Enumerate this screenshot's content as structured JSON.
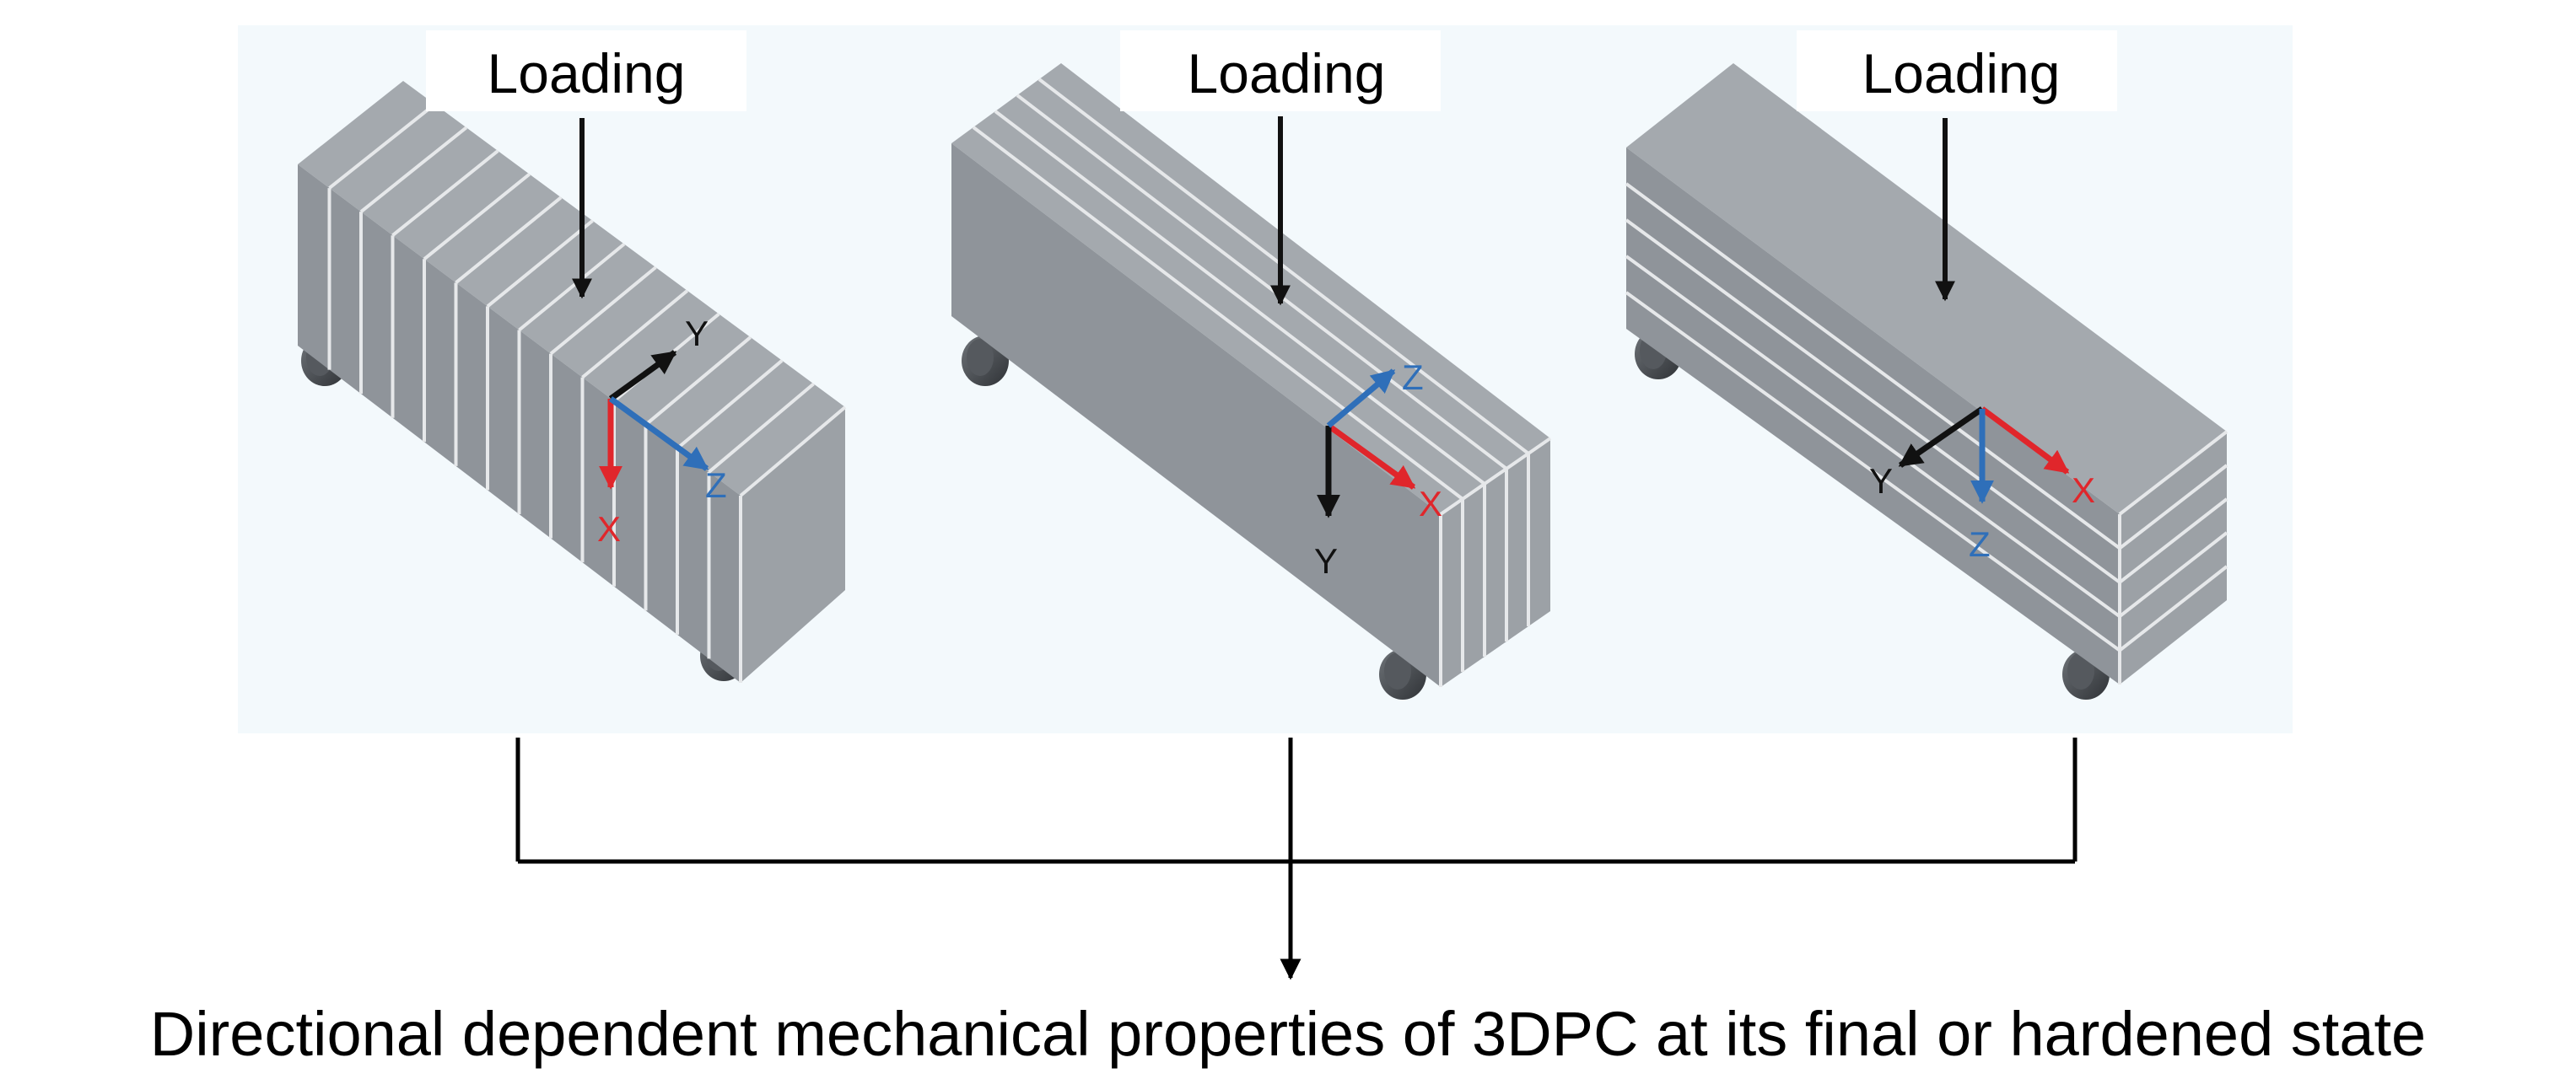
{
  "colors": {
    "panel_background": "#f3f9fc",
    "beam_front": "#8f949a",
    "beam_top": "#a4a9ae",
    "beam_end": "#9ca1a6",
    "layer_lines": "#e6e8ea",
    "axis_x": "#e0262b",
    "axis_y": "#111111",
    "axis_z": "#2f6fb9",
    "connector": "#000000"
  },
  "specimens": [
    {
      "loading_label": "Loading",
      "layer_orientation": "vertical layers across beam length",
      "axes": {
        "x": "X",
        "y": "Y",
        "z": "Z"
      }
    },
    {
      "loading_label": "Loading",
      "layer_orientation": "vertical layers along beam length",
      "axes": {
        "x": "X",
        "y": "Y",
        "z": "Z"
      }
    },
    {
      "loading_label": "Loading",
      "layer_orientation": "horizontal layers along beam length",
      "axes": {
        "x": "X",
        "y": "Y",
        "z": "Z"
      }
    }
  ],
  "caption": "Directional dependent mechanical properties of 3DPC at its final or hardened state",
  "icons": [
    "loading-arrow-icon",
    "support-roller-icon",
    "axis-triad-icon",
    "result-arrow-icon"
  ]
}
